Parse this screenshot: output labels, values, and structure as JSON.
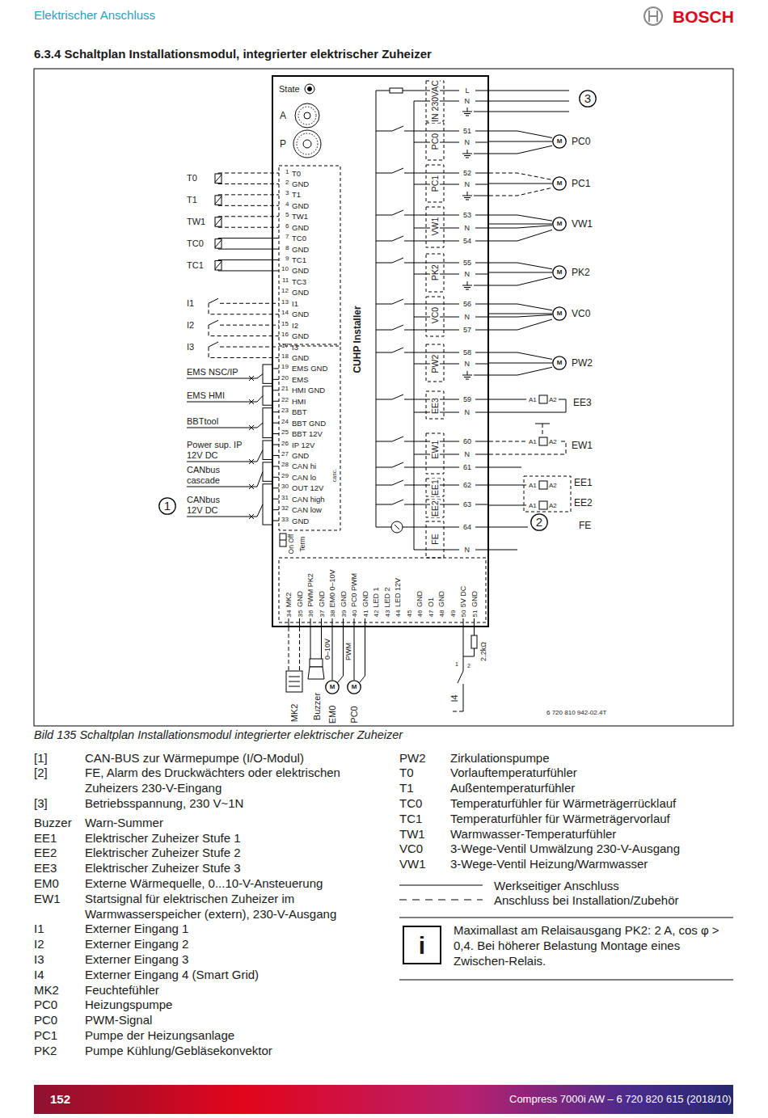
{
  "diagram": {
    "title": "6.3.4 Schaltplan Installationsmodul, integrierter elektrischer Zuheizer",
    "caption": "Bild 135 Schaltplan Installationsmodul integrierter elektrischer Zuheizer",
    "nodes": [
      {
        "text": [
          "CUHP Installer"
        ]
      },
      {
        "text": [
          "3"
        ]
      },
      {
        "text": [
          "M"
        ]
      },
      {
        "text": [
          "M"
        ]
      },
      {
        "text": [
          "M"
        ]
      },
      {
        "text": [
          "M"
        ]
      },
      {
        "text": [
          "M"
        ]
      },
      {
        "text": [
          "M"
        ]
      },
      {
        "text": [
          "2"
        ]
      },
      {
        "text": [
          "1"
        ]
      },
      {
        "text": [
          "M"
        ]
      },
      {
        "text": [
          "M"
        ]
      },
      {
        "text": [
          "i"
        ]
      }
    ],
    "edges": [
      {
        "from": 0,
        "to": 2,
        "arrow": "none"
      },
      {
        "from": 0,
        "to": 3,
        "arrow": "none"
      },
      {
        "from": 0,
        "to": 4,
        "arrow": "none"
      },
      {
        "from": 0,
        "to": 5,
        "arrow": "none"
      },
      {
        "from": 0,
        "to": 6,
        "arrow": "none"
      },
      {
        "from": 0,
        "to": 7,
        "arrow": "none"
      },
      {
        "from": 0,
        "to": 10,
        "arrow": "none"
      },
      {
        "from": 0,
        "to": 11,
        "arrow": "none"
      }
    ],
    "labels": [
      "Elektrischer Anschluss",
      "BOSCH",
      "State",
      "A",
      "P",
      "1",
      "T0",
      "2",
      "GND",
      "3",
      "T1",
      "4",
      "GND",
      "5",
      "TW1",
      "6",
      "GND",
      "7",
      "TC0",
      "8",
      "GND",
      "9",
      "TC1",
      "10",
      "GND",
      "11",
      "TC3",
      "12",
      "GND",
      "13",
      "I1",
      "14",
      "GND",
      "15",
      "I2",
      "16",
      "GND",
      "17",
      "I3",
      "18",
      "GND",
      "19",
      "EMS GND",
      "20",
      "EMS",
      "21",
      "HMI GND",
      "22",
      "HMI",
      "23",
      "BBT",
      "24",
      "BBT GND",
      "25",
      "BBT 12V",
      "26",
      "IP 12V",
      "27",
      "GND",
      "28",
      "CAN hi",
      "29",
      "CAN lo",
      "30",
      "OUT 12V",
      "31",
      "CAN high",
      "32",
      "CAN low",
      "33",
      "GND",
      "casc.",
      "On Off",
      "Term",
      "T0",
      "T1",
      "TW1",
      "TC0",
      "TC1",
      "I1",
      "I2",
      "I3",
      "EMS NSC/IP",
      "EMS HMI",
      "BBTtool",
      "Power sup. IP 12V DC",
      "CANbus cascade",
      "CANbus 12V DC",
      "IN 230VAC",
      "PC0",
      "PC1",
      "VW1",
      "PK2",
      "VC0",
      "PW2",
      "EE3",
      "EW1",
      "EE1",
      "EE2",
      "FE",
      "L",
      "N",
      "51",
      "N",
      "52",
      "N",
      "53",
      "N",
      "54",
      "55",
      "N",
      "56",
      "N",
      "57",
      "58",
      "N",
      "59",
      "N",
      "60",
      "N",
      "61",
      "62",
      "63",
      "64",
      "N",
      "PC0",
      "PC1",
      "VW1",
      "PK2",
      "VC0",
      "PW2",
      "EE3",
      "EW1",
      "EE1",
      "EE2",
      "FE",
      "A1",
      "A2",
      "A1",
      "A2",
      "A1",
      "A2",
      "A1",
      "A2",
      "34",
      "MK2",
      "35",
      "GND",
      "36",
      "PWM PK2",
      "37",
      "GND",
      "38",
      "EM0 0–10V",
      "39",
      "GND",
      "40",
      "PC0 PWM",
      "41",
      "GND",
      "42",
      "LED 1",
      "43",
      "LED 2",
      "44",
      "LED 12V",
      "45",
      "46",
      "GND",
      "47",
      "O1",
      "48",
      "GND",
      "49",
      "50",
      "5V DC",
      "51",
      "GND",
      "MK2",
      "Buzzer",
      "EM0",
      "PC0",
      "0–10V",
      "PWM",
      "I4",
      "2.2kΩ",
      "1",
      "2",
      "6 720 810 942-02.4T",
      "[1]",
      "CAN-BUS zur Wärmepumpe (I/O-Modul)",
      "[2]",
      "FE, Alarm des Druckwächters oder elektrischen Zuheizers 230-V-Eingang",
      "[3]",
      "Betriebsspannung, 230 V~1N",
      "Buzzer",
      "Warn-Summer",
      "EE1",
      "Elektrischer Zuheizer Stufe 1",
      "EE2",
      "Elektrischer Zuheizer Stufe 2",
      "EE3",
      "Elektrischer Zuheizer Stufe 3",
      "EM0",
      "Externe Wärmequelle, 0...10-V-Ansteuerung",
      "EW1",
      "Startsignal für elektrischen Zuheizer im Warmwasserspeicher (extern), 230-V-Ausgang",
      "I1",
      "Externer Eingang 1",
      "I2",
      "Externer Eingang 2",
      "I3",
      "Externer Eingang 3",
      "I4",
      "Externer Eingang 4 (Smart Grid)",
      "MK2",
      "Feuchtefühler",
      "PC0",
      "Heizungspumpe",
      "PC0",
      "PWM-Signal",
      "PC1",
      "Pumpe der Heizungsanlage",
      "PK2",
      "Pumpe Kühlung/Gebläsekonvektor",
      "PW2",
      "Zirkulationspumpe",
      "T0",
      "Vorlauftemperaturfühler",
      "T1",
      "Außentemperaturfühler",
      "TC0",
      "Temperaturfühler für Wärmeträgerrücklauf",
      "TC1",
      "Temperaturfühler für Wärmeträgervorlauf",
      "TW1",
      "Warmwasser-Temperaturfühler",
      "VC0",
      "3-Wege-Ventil Umwälzung 230-V-Ausgang",
      "VW1",
      "3-Wege-Ventil Heizung/Warmwasser",
      "Maximallast am Relaisausgang PK2: 2 A, cos φ > 0,4. Bei höherer Belastung Montage eines Zwischen-Relais.",
      "152",
      "Compress 7000i AW – 6 720 820 615 (2018/10)"
    ],
    "legend": [
      {
        "text": "Werkseitiger Anschluss"
      },
      {
        "text": "Anschluss bei Installation/Zubehör"
      }
    ]
  }
}
